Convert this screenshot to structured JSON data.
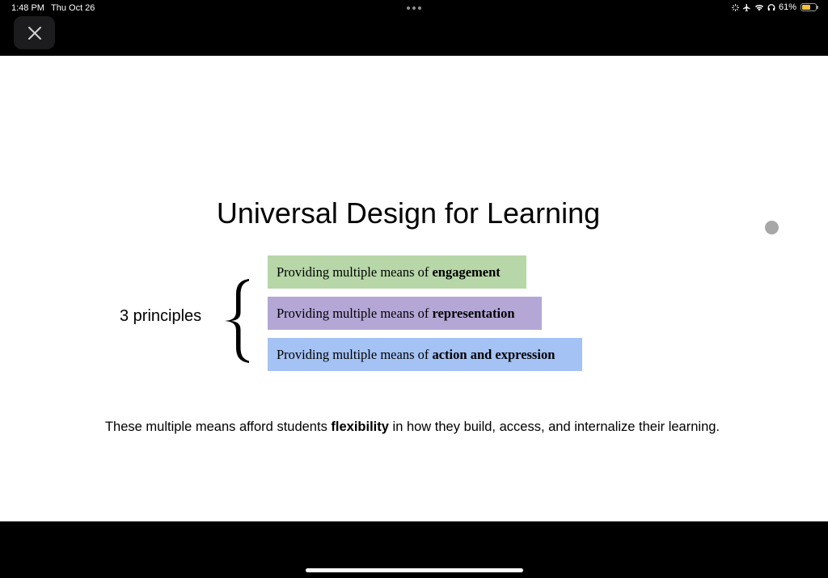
{
  "status_bar": {
    "time": "1:48 PM",
    "date": "Thu Oct 26",
    "battery_percent": "61%",
    "battery_level": 0.61,
    "icons": [
      "focus-icon",
      "airplane-mode-icon",
      "wifi-icon",
      "headphones-icon",
      "battery-icon"
    ]
  },
  "toolbar": {
    "close_icon": "close-icon"
  },
  "slide": {
    "title": "Universal Design for Learning",
    "principles_label": "3 principles",
    "principles": [
      {
        "prefix": "Providing multiple means of ",
        "emphasis": "engagement",
        "color": "#b7d7a8"
      },
      {
        "prefix": "Providing multiple means of ",
        "emphasis": "representation",
        "color": "#b4a7d6"
      },
      {
        "prefix": "Providing multiple means of ",
        "emphasis": "action and expression",
        "color": "#a4c2f4"
      }
    ],
    "footnote": {
      "before": "These multiple means afford students ",
      "emphasis": "flexibility",
      "after": " in how they build, access, and internalize their learning."
    }
  }
}
